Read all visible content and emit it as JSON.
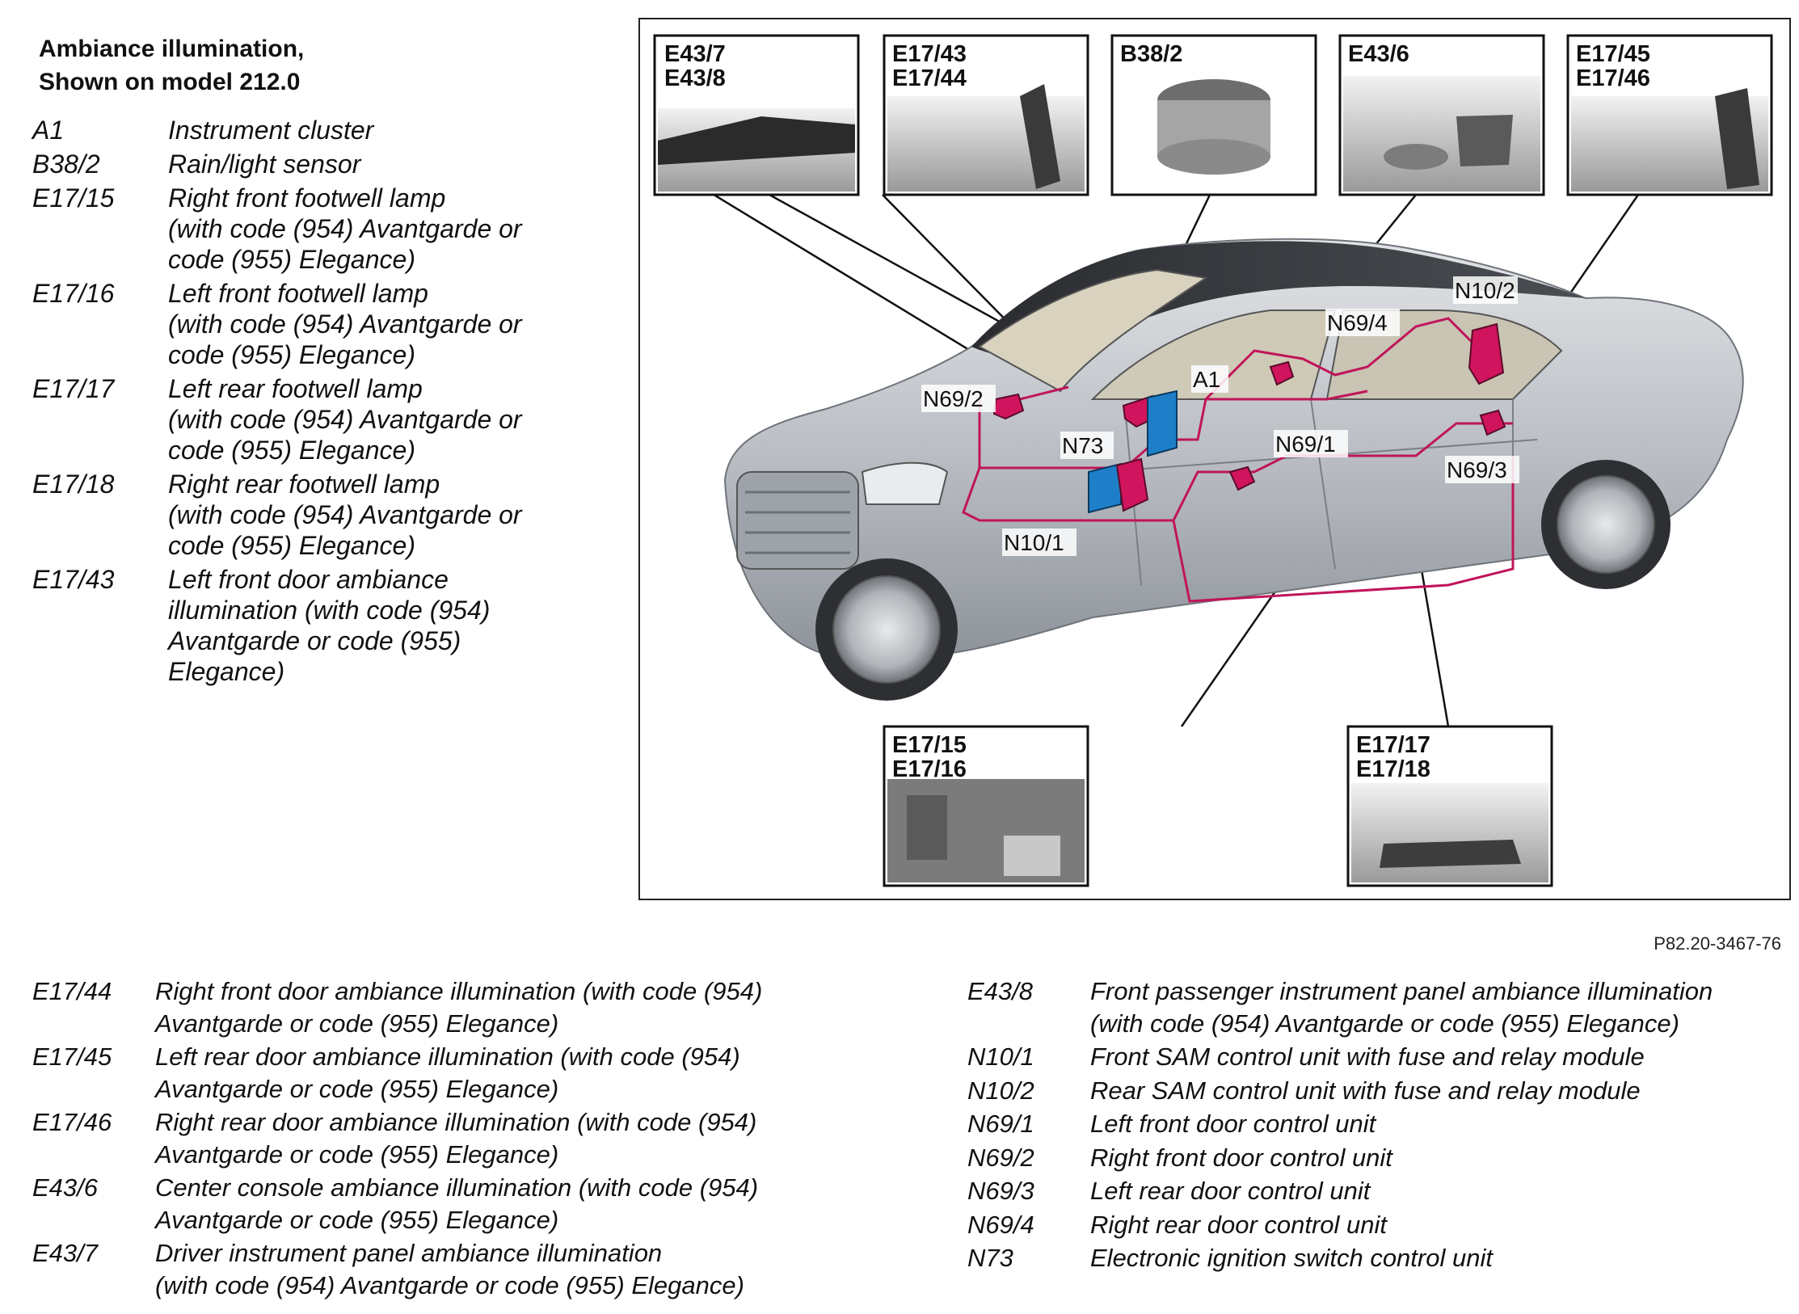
{
  "title": {
    "line1": "Ambiance illumination,",
    "line2": "Shown on model 212.0"
  },
  "legend_top": [
    {
      "code": "A1",
      "desc": [
        "Instrument cluster"
      ]
    },
    {
      "code": "B38/2",
      "desc": [
        "Rain/light sensor"
      ]
    },
    {
      "code": "E17/15",
      "desc": [
        "Right front footwell lamp",
        "(with code (954) Avantgarde or",
        "code (955) Elegance)"
      ]
    },
    {
      "code": "E17/16",
      "desc": [
        "Left front footwell lamp",
        "(with code (954) Avantgarde or",
        "code (955) Elegance)"
      ]
    },
    {
      "code": "E17/17",
      "desc": [
        "Left rear footwell lamp",
        "(with code (954) Avantgarde or",
        "code (955) Elegance)"
      ]
    },
    {
      "code": "E17/18",
      "desc": [
        "Right rear footwell lamp",
        "(with code (954) Avantgarde or",
        "code (955) Elegance)"
      ]
    },
    {
      "code": "E17/43",
      "desc": [
        "Left front door ambiance",
        "illumination (with code (954)",
        "Avantgarde or code (955)",
        "Elegance)"
      ]
    }
  ],
  "legend_bottom_left": [
    {
      "code": "E17/44",
      "desc": [
        "Right front door ambiance illumination (with code (954)",
        "Avantgarde or code (955) Elegance)"
      ]
    },
    {
      "code": "E17/45",
      "desc": [
        "Left rear door ambiance illumination (with code (954)",
        "Avantgarde or code (955) Elegance)"
      ]
    },
    {
      "code": "E17/46",
      "desc": [
        "Right rear door ambiance illumination (with code (954)",
        "Avantgarde or code (955) Elegance)"
      ]
    },
    {
      "code": "E43/6",
      "desc": [
        "Center console ambiance illumination (with code (954)",
        "Avantgarde or code (955) Elegance)"
      ]
    },
    {
      "code": "E43/7",
      "desc": [
        "Driver instrument panel ambiance illumination",
        "(with code (954) Avantgarde or code (955) Elegance)"
      ]
    }
  ],
  "legend_bottom_right": [
    {
      "code": "E43/8",
      "desc": [
        "Front passenger instrument panel ambiance illumination",
        "(with code (954) Avantgarde or code (955) Elegance)"
      ]
    },
    {
      "code": "N10/1",
      "desc": [
        "Front SAM control unit with fuse and relay module"
      ]
    },
    {
      "code": "N10/2",
      "desc": [
        "Rear SAM control unit with fuse and relay module"
      ]
    },
    {
      "code": "N69/1",
      "desc": [
        "Left front door control unit"
      ]
    },
    {
      "code": "N69/2",
      "desc": [
        "Right front door control unit"
      ]
    },
    {
      "code": "N69/3",
      "desc": [
        "Left rear door control unit"
      ]
    },
    {
      "code": "N69/4",
      "desc": [
        "Right rear door control unit"
      ]
    },
    {
      "code": "N73",
      "desc": [
        "Electronic ignition switch control unit"
      ]
    }
  ],
  "figure": {
    "id": "P82.20-3467-76",
    "insets": {
      "i1": [
        "E43/7",
        "E43/8"
      ],
      "i2": [
        "E17/43",
        "E17/44"
      ],
      "i3": [
        "B38/2"
      ],
      "i4": [
        "E43/6"
      ],
      "i5": [
        "E17/45",
        "E17/46"
      ],
      "i6": [
        "E17/15",
        "E17/16"
      ],
      "i7": [
        "E17/17",
        "E17/18"
      ]
    },
    "labels": {
      "a1": "A1",
      "n10_2": "N10/2",
      "n69_4": "N69/4",
      "n69_2": "N69/2",
      "n73": "N73",
      "n69_1": "N69/1",
      "n69_3": "N69/3",
      "n10_1": "N10/1"
    },
    "colors": {
      "wiring": "#c0155a",
      "module_magenta": "#d0145e",
      "module_blue": "#1e7fc8",
      "car_body": "#b9bdc3"
    }
  }
}
